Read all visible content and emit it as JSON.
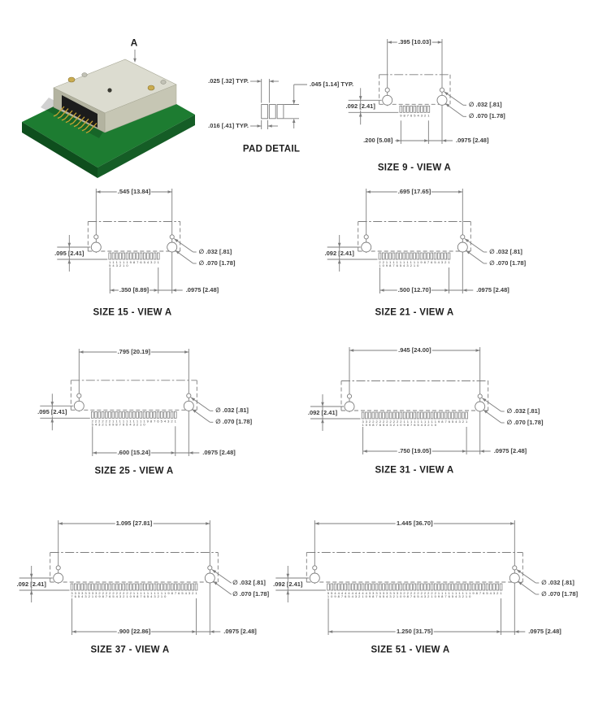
{
  "colors": {
    "line": "#7d7d7d",
    "text": "#3c3c3c",
    "title": "#1d1d1d",
    "board_green_top": "#1d7c31",
    "board_green_left": "#0e4e1d",
    "board_green_right": "#155d26",
    "connector_top": "#dcdcd0",
    "connector_side": "#c6c6b4",
    "connector_end": "#b3b3a0",
    "insert_black": "#1c1c1c",
    "pin_gold": "#c8a432"
  },
  "iso_view": {
    "label": "A"
  },
  "pad_detail": {
    "title": "PAD DETAIL",
    "dim_pitch": ".025 [.32] TYP.",
    "dim_height": ".045 [1.14] TYP.",
    "dim_width": ".016 [.41] TYP."
  },
  "diagrams": [
    {
      "title": "SIZE 9 - VIEW A",
      "pins": 9,
      "dim_top": ".395 [10.03]",
      "dim_left": ".092 [2.41]",
      "dim_pads": ".200 [5.08]",
      "dim_right": ".0975 [2.48]",
      "dim_hole_small": "∅ .032 [.81]",
      "dim_hole_large": "∅ .070 [1.78]",
      "pin_numbers": [
        9,
        8,
        7,
        6,
        5,
        4,
        3,
        2,
        1
      ]
    },
    {
      "title": "SIZE 15 - VIEW A",
      "pins": 15,
      "dim_top": ".545 [13.84]",
      "dim_left": ".095 [2.41]",
      "dim_pads": ".350 [8.89]",
      "dim_right": ".0975 [2.48]",
      "dim_hole_small": "∅ .032 [.81]",
      "dim_hole_large": "∅ .070 [1.78]",
      "pin_numbers": [
        15,
        14,
        13,
        12,
        11,
        10,
        9,
        8,
        7,
        6,
        5,
        4,
        3,
        2,
        1
      ]
    },
    {
      "title": "SIZE 21 - VIEW A",
      "pins": 21,
      "dim_top": ".695 [17.65]",
      "dim_left": ".092 [2.41]",
      "dim_pads": ".500 [12.70]",
      "dim_right": ".0975 [2.48]",
      "dim_hole_small": "∅ .032 [.81]",
      "dim_hole_large": "∅ .070 [1.78]",
      "pin_numbers": [
        21,
        20,
        19,
        18,
        17,
        16,
        15,
        14,
        13,
        12,
        11,
        10,
        9,
        8,
        7,
        6,
        5,
        4,
        3,
        2,
        1
      ]
    },
    {
      "title": "SIZE 25 - VIEW A",
      "pins": 25,
      "dim_top": ".795 [20.19]",
      "dim_left": ".095 [2.41]",
      "dim_pads": ".600 [15.24]",
      "dim_right": ".0975 [2.48]",
      "dim_hole_small": "∅ .032 [.81]",
      "dim_hole_large": "∅ .070 [1.78]",
      "pin_numbers": [
        25,
        24,
        23,
        22,
        21,
        20,
        19,
        18,
        17,
        16,
        15,
        14,
        13,
        12,
        11,
        10,
        9,
        8,
        7,
        6,
        5,
        4,
        3,
        2,
        1
      ]
    },
    {
      "title": "SIZE 31 - VIEW A",
      "pins": 31,
      "dim_top": ".945 [24.00]",
      "dim_left": ".092 [2.41]",
      "dim_pads": ".750 [19.05]",
      "dim_right": ".0975 [2.48]",
      "dim_hole_small": "∅ .032 [.81]",
      "dim_hole_large": "∅ .070 [1.78]",
      "pin_numbers": [
        31,
        30,
        29,
        28,
        27,
        26,
        25,
        24,
        23,
        22,
        21,
        20,
        19,
        18,
        17,
        16,
        15,
        14,
        13,
        12,
        11,
        10,
        9,
        8,
        7,
        6,
        5,
        4,
        3,
        2,
        1
      ]
    },
    {
      "title": "SIZE 37 - VIEW A",
      "pins": 37,
      "dim_top": "1.095 [27.81]",
      "dim_left": ".092 [2.41]",
      "dim_pads": ".900 [22.86]",
      "dim_right": ".0975 [2.48]",
      "dim_hole_small": "∅ .032 [.81]",
      "dim_hole_large": "∅ .070 [1.78]",
      "pin_numbers": [
        37,
        36,
        35,
        34,
        33,
        32,
        31,
        30,
        29,
        28,
        27,
        26,
        25,
        24,
        23,
        22,
        21,
        20,
        19,
        18,
        17,
        16,
        15,
        14,
        13,
        12,
        11,
        10,
        9,
        8,
        7,
        6,
        5,
        4,
        3,
        2,
        1
      ]
    },
    {
      "title": "SIZE 51 - VIEW A",
      "pins": 51,
      "dim_top": "1.445 [36.70]",
      "dim_left": ".092 [2.41]",
      "dim_pads": "1.250 [31.75]",
      "dim_right": ".0975 [2.48]",
      "dim_hole_small": "∅ .032 [.81]",
      "dim_hole_large": "∅ .070 [1.78]",
      "pin_numbers": [
        51,
        50,
        49,
        48,
        47,
        46,
        45,
        44,
        43,
        42,
        41,
        40,
        39,
        38,
        37,
        36,
        35,
        34,
        33,
        32,
        31,
        30,
        29,
        28,
        27,
        26,
        25,
        24,
        23,
        22,
        21,
        20,
        19,
        18,
        17,
        16,
        15,
        14,
        13,
        12,
        11,
        10,
        9,
        8,
        7,
        6,
        5,
        4,
        3,
        2,
        1
      ]
    }
  ]
}
